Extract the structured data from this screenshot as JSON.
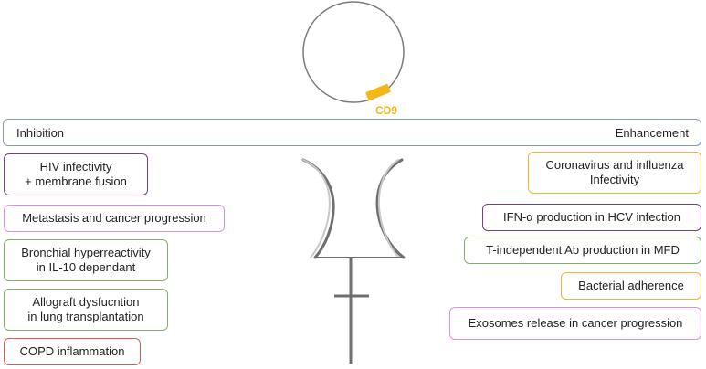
{
  "cd9_label": "CD9",
  "band": {
    "left_label": "Inhibition",
    "right_label": "Enhancement"
  },
  "inhibition": [
    {
      "text": "HIV infectivity\n+ membrane fusion",
      "color": "#7a3d86"
    },
    {
      "text": "Metastasis and cancer progression",
      "color": "#e28ee6"
    },
    {
      "text": "Bronchial hyperreactivity\nin IL-10 dependant",
      "color": "#7fb06a"
    },
    {
      "text": "Allograft dysfucntion\nin lung transplantation",
      "color": "#7fb06a"
    },
    {
      "text": "COPD inflammation",
      "color": "#e2574c"
    }
  ],
  "enhancement": [
    {
      "text": "Coronavirus and influenza\nInfectivity",
      "color": "#efb634"
    },
    {
      "text": "IFN-α production in HCV infection",
      "color": "#7a3d86"
    },
    {
      "text": "T-independent Ab production in MFD",
      "color": "#7fb06a"
    },
    {
      "text": "Bacterial adherence",
      "color": "#efb634"
    },
    {
      "text": "Exosomes release in cancer progression",
      "color": "#e28ee6"
    }
  ],
  "colors": {
    "membrane": "#6f6f6f",
    "cd9": "#f2b817",
    "band_border": "#8a98ad"
  }
}
